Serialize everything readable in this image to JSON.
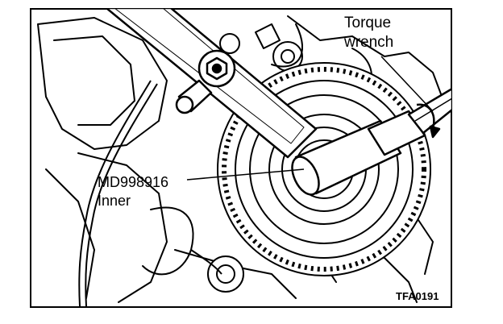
{
  "figure": {
    "labels": {
      "torque_line1": "Torque",
      "torque_line2": "wrench",
      "tool_code": "MD998916",
      "tool_sub": "Inner"
    },
    "code": "TFA0191"
  }
}
